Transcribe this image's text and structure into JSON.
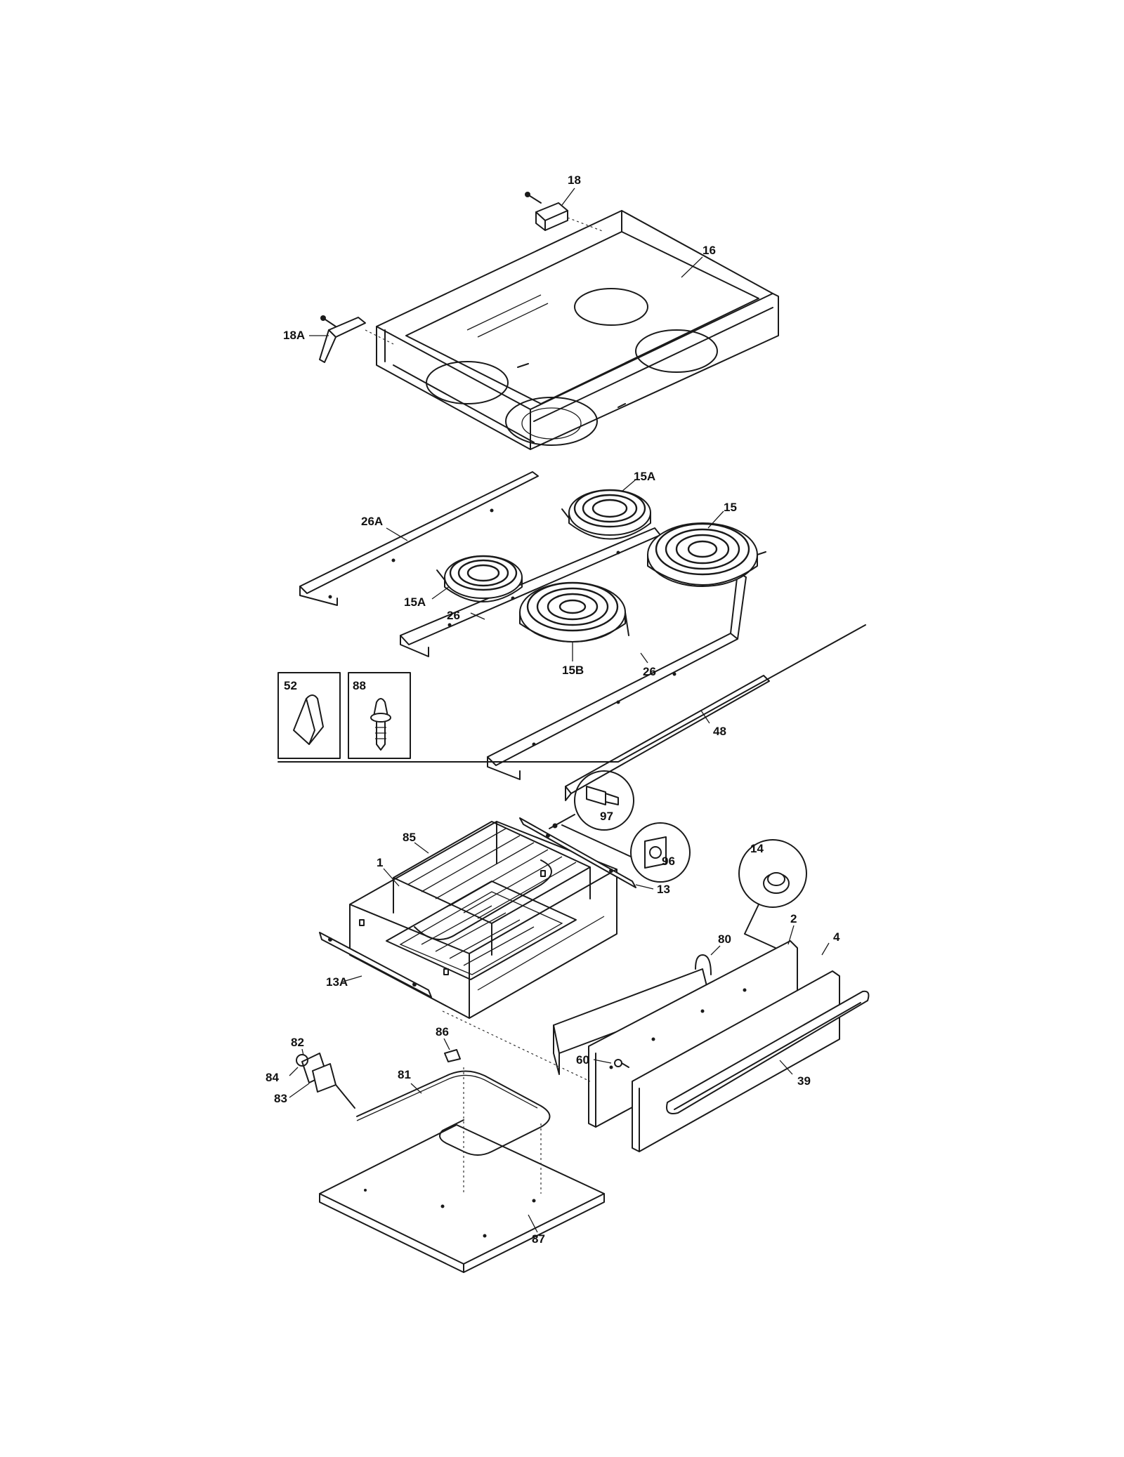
{
  "diagram": {
    "callouts": {
      "p18": "18",
      "p18A": "18A",
      "p16": "16",
      "p15A_top": "15A",
      "p15": "15",
      "p26A": "26A",
      "p15A_left": "15A",
      "p26_left": "26",
      "p15B": "15B",
      "p26_right": "26",
      "p48": "48",
      "p52": "52",
      "p88": "88",
      "p97": "97",
      "p96": "96",
      "p85": "85",
      "p1": "1",
      "p13": "13",
      "p14": "14",
      "p2": "2",
      "p4": "4",
      "p80": "80",
      "p13A": "13A",
      "p86": "86",
      "p82": "82",
      "p84": "84",
      "p83": "83",
      "p81": "81",
      "p60": "60",
      "p39": "39",
      "p87": "87"
    }
  }
}
